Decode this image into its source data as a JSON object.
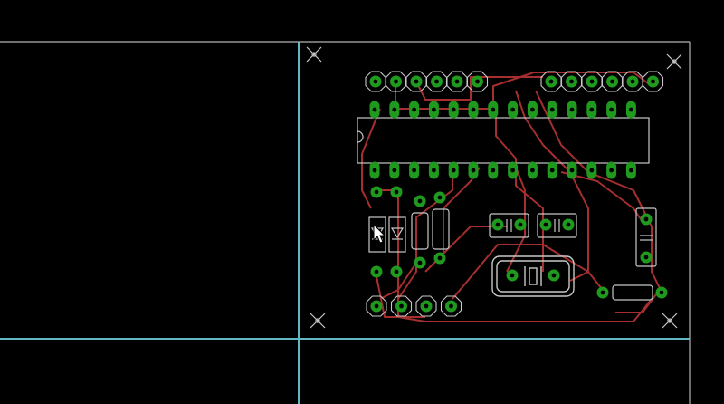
{
  "window": {
    "background": "#000000"
  },
  "colors": {
    "background": "#000000",
    "grid_axis": "#5fb8c2",
    "board_outline": "#b4b4b4",
    "copper_trace": "#a52f2f",
    "pad_fill": "#1f9a1f",
    "pad_hole": "#000000",
    "silkscreen": "#c8c8c8"
  },
  "icons": {
    "cursor": "arrow-cursor-icon",
    "mounting_hole": "cross-marker-icon"
  },
  "components": {
    "ic": "dip28-ic",
    "crystal": "crystal-oscillator",
    "caps": [
      "ceramic-capacitor",
      "ceramic-capacitor",
      "ceramic-capacitor"
    ],
    "diodes": [
      "diode",
      "diode"
    ],
    "resistors": [
      "resistor",
      "resistor",
      "resistor"
    ]
  }
}
